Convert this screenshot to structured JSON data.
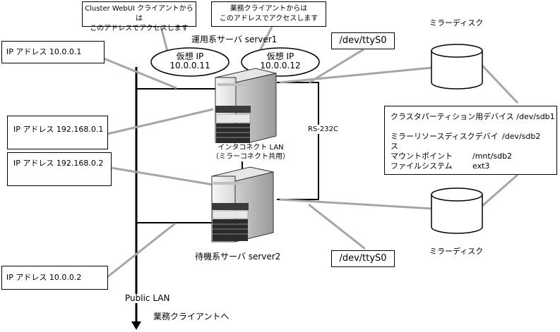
{
  "callouts": {
    "webui": [
      "Cluster WebUI クライアントからは",
      "このアドレスでアクセスします"
    ],
    "business": [
      "業務クライアントからは",
      "このアドレスでアクセスします"
    ]
  },
  "servers": {
    "primary": "運用系サーバ server1",
    "standby": "待機系サーバ server2"
  },
  "virtual_ips": [
    {
      "label": "仮想 IP",
      "address": "10.0.0.11"
    },
    {
      "label": "仮想 IP",
      "address": "10.0.0.12"
    }
  ],
  "ip_boxes": {
    "top_public": "IP アドレス  10.0.0.1",
    "top_interconnect": "IP アドレス  192.168.0.1",
    "bottom_interconnect": "IP アドレス  192.168.0.2",
    "bottom_public": "IP アドレス  10.0.0.2"
  },
  "serial": {
    "top_device": "/dev/ttyS0",
    "bottom_device": "/dev/ttyS0",
    "cable_label": "RS-232C"
  },
  "interconnect": [
    "インタコネクト LAN",
    "（ミラーコネクト共用）"
  ],
  "public_lan": {
    "label": "Public LAN",
    "to_clients": "業務クライアントへ"
  },
  "mirror_disks": {
    "top_label": "ミラーディスク",
    "bottom_label": "ミラーディスク"
  },
  "disk_info": {
    "cluster_partition": "クラスタパーティション用デバイス  /dev/sdb1",
    "rows": [
      {
        "key": "ミラーリソースディスクデバイス",
        "value": "/dev/sdb2"
      },
      {
        "key": "マウントポイント",
        "value": "/mnt/sdb2"
      },
      {
        "key": "ファイルシステム",
        "value": "ext3"
      }
    ]
  },
  "colors": {
    "line": "#000000",
    "arrow": "#a6a6a6",
    "server_light": "#f2f2f2",
    "server_dark": "#2b2b2b"
  }
}
